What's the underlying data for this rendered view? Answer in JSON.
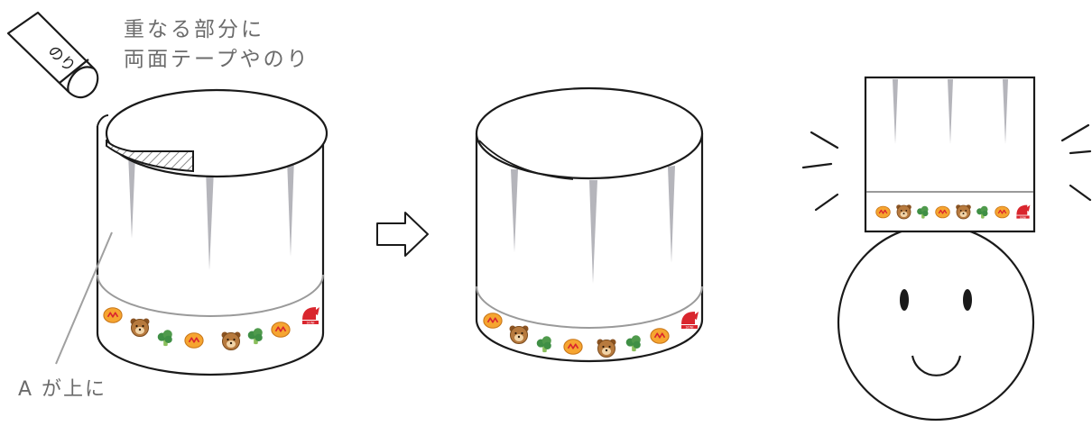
{
  "instruction": {
    "line1": "重なる部分に",
    "line2": "両面テープやのり"
  },
  "callout": {
    "label": "A が上に"
  },
  "glue_tube": {
    "label": "のり"
  },
  "colors": {
    "outline": "#1a1a1a",
    "band_line": "#9a9a9a",
    "pleat": "#b5b5bb",
    "leader_line": "#a0a0a0",
    "caption_text": "#6b6b6b",
    "accent_red": "#d9262e",
    "motif_orange": "#f4a230",
    "motif_bear": "#b77a3e",
    "motif_green": "#4f9a4c"
  },
  "icons": {
    "arrow": "right-outline-arrow-icon",
    "glue": "glue-tube-icon",
    "face": "smiling-face-icon",
    "motifs": [
      "omelette-icon",
      "bear-icon",
      "broccoli-icon",
      "omelette-icon",
      "bear-icon",
      "broccoli-icon",
      "omelette-icon",
      "brand-logo-icon"
    ]
  }
}
